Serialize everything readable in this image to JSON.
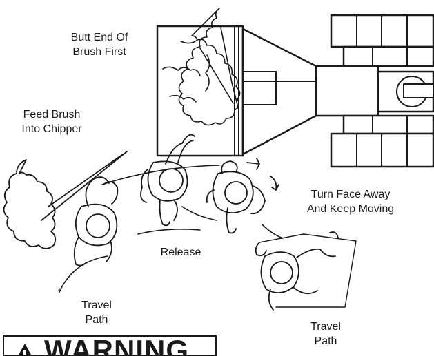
{
  "labels": {
    "butt_end": [
      "Butt End Of",
      "Brush First"
    ],
    "feed_brush": [
      "Feed Brush",
      "Into Chipper"
    ],
    "turn_face": [
      "Turn Face Away",
      "And Keep Moving"
    ],
    "release": "Release",
    "travel_path_left": [
      "Travel",
      "Path"
    ],
    "travel_path_right": [
      "Travel",
      "Path"
    ]
  },
  "warning": {
    "text": "WARNING",
    "icon": "warning-triangle-icon"
  },
  "colors": {
    "ink": "#1a1a1a",
    "background": "#ffffff"
  }
}
